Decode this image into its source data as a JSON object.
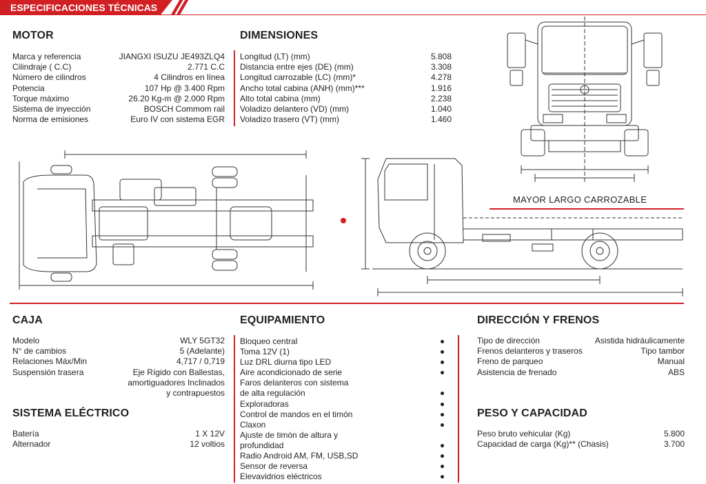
{
  "header": {
    "title": "ESPECIFICACIONES TÉCNICAS"
  },
  "motor": {
    "title": "MOTOR",
    "rows": [
      {
        "label": "Marca y referencia",
        "value": "JIANGXI ISUZU JE493ZLQ4"
      },
      {
        "label": "Cilindraje ( C.C)",
        "value": "2.771 C.C"
      },
      {
        "label": "Número de cilindros",
        "value": "4 Cilindros en línea"
      },
      {
        "label": "Potencia",
        "value": "107 Hp @ 3.400 Rpm"
      },
      {
        "label": "Torque máximo",
        "value": "26.20 Kg-m @ 2.000 Rpm"
      },
      {
        "label": "Sistema de inyección",
        "value": "BOSCH Commom rail"
      },
      {
        "label": "Norma de emisiones",
        "value": "Euro IV con sistema EGR"
      }
    ]
  },
  "dimensiones": {
    "title": "DIMENSIONES",
    "rows": [
      {
        "label": "Longitud (LT) (mm)",
        "value": "5.808"
      },
      {
        "label": "Distancia entre ejes (DE) (mm)",
        "value": "3.308"
      },
      {
        "label": "Longitud carrozable (LC) (mm)*",
        "value": "4.278"
      },
      {
        "label": "Ancho total cabina (ANH) (mm)***",
        "value": "1.916"
      },
      {
        "label": "Alto total cabina (mm)",
        "value": "2.238"
      },
      {
        "label": "Voladizo delantero (VD) (mm)",
        "value": "1.040"
      },
      {
        "label": "Voladizo trasero (VT) (mm)",
        "value": "1.460"
      }
    ]
  },
  "drawings": {
    "caption": "MAYOR LARGO CARROZABLE"
  },
  "caja": {
    "title": "CAJA",
    "rows": [
      {
        "label": "Modelo",
        "value": "WLY 5GT32"
      },
      {
        "label": "N° de cambios",
        "value": "5 (Adelante)"
      },
      {
        "label": "Relaciones Máx/Min",
        "value": "4,717 / 0,719"
      },
      {
        "label": "Suspensión trasera",
        "value_lines": [
          "Eje Rígido con Ballestas,",
          "amortiguadores Inclinados",
          "y contrapuestos"
        ]
      }
    ]
  },
  "electrico": {
    "title": "SISTEMA ELÉCTRICO",
    "rows": [
      {
        "label": "Batería",
        "value": "1 X 12V"
      },
      {
        "label": "Alternador",
        "value": "12 voltios"
      }
    ]
  },
  "equipamiento": {
    "title": "EQUIPAMIENTO",
    "items": [
      "Bloqueo central",
      "Toma 12V (1)",
      "Luz DRL diurna tipo LED",
      "Aire acondicionado de serie",
      "Faros delanteros con sistema",
      "de alta regulación",
      "Exploradoras",
      "Control de mandos en el timón",
      "Claxon",
      "Ajuste de timón de altura y",
      "profundidad",
      "Radio Android AM, FM, USB,SD",
      "Sensor de reversa",
      "Elevavidrios eléctricos"
    ],
    "dots": [
      true,
      true,
      true,
      true,
      false,
      true,
      true,
      true,
      true,
      false,
      true,
      true,
      true,
      true
    ]
  },
  "direccion": {
    "title": "DIRECCIÓN Y FRENOS",
    "rows": [
      {
        "label": "Tipo de dirección",
        "value": "Asistida hidráulicamente"
      },
      {
        "label": "Frenos delanteros y traseros",
        "value": "Tipo tambor"
      },
      {
        "label": "Freno de parqueo",
        "value": "Manual"
      },
      {
        "label": "Asistencia de frenado",
        "value": "ABS"
      }
    ]
  },
  "peso": {
    "title": "PESO Y CAPACIDAD",
    "rows": [
      {
        "label": "Peso bruto vehicular (Kg)",
        "value": "5.800"
      },
      {
        "label": "Capacidad de carga (Kg)** (Chasis)",
        "value": "3.700"
      }
    ]
  },
  "colors": {
    "accent": "#d11f24",
    "text": "#231f20"
  }
}
